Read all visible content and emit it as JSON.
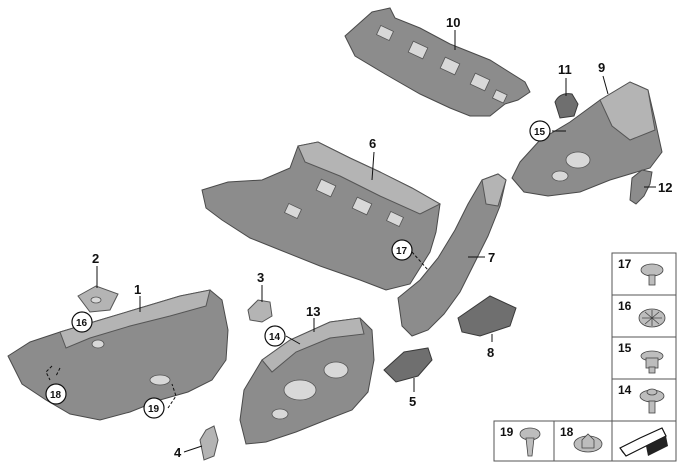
{
  "callouts": {
    "c1": "1",
    "c2": "2",
    "c3": "3",
    "c4": "4",
    "c5": "5",
    "c6": "6",
    "c7": "7",
    "c8": "8",
    "c9": "9",
    "c10": "10",
    "c11": "11",
    "c12": "12",
    "c13": "13"
  },
  "circled_refs": {
    "r14": "14",
    "r15": "15",
    "r16": "16",
    "r17": "17",
    "r18": "18",
    "r19": "19"
  },
  "legend": {
    "l17": "17",
    "l16": "16",
    "l15": "15",
    "l14": "14",
    "l19": "19",
    "l18": "18"
  }
}
